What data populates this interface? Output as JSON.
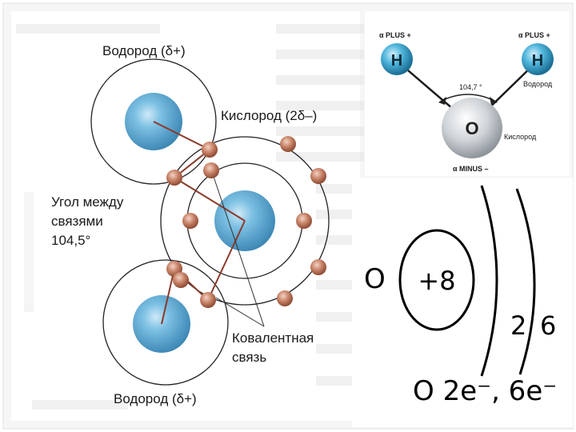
{
  "left_diagram": {
    "hydrogen_top_label": "Водород (δ+)",
    "oxygen_label": "Кислород (2δ–)",
    "angle_label_line1": "Угол между",
    "angle_label_line2": "связями",
    "angle_label_line3": "104,5°",
    "covalent_label_line1": "Ковалентная",
    "covalent_label_line2": "связь",
    "hydrogen_bottom_label": "Водород (δ+)"
  },
  "right_top_diagram": {
    "h_left_charge": "α PLUS +",
    "h_right_charge": "α PLUS +",
    "h_symbol": "H",
    "o_symbol": "O",
    "angle": "104,7 °",
    "hydrogen_caption": "Водород",
    "oxygen_caption": "Кислород",
    "o_charge": "α MINUS –"
  },
  "right_bottom_diagram": {
    "element": "O",
    "nucleus_charge": "+8",
    "shell1_count": "2",
    "shell2_count": "6",
    "formula": "O 2e⁻, 6e⁻"
  },
  "colors": {
    "atom_blue": "#5fa8cf",
    "electron": "#b86a4a",
    "bond": "#8b3a2a"
  }
}
